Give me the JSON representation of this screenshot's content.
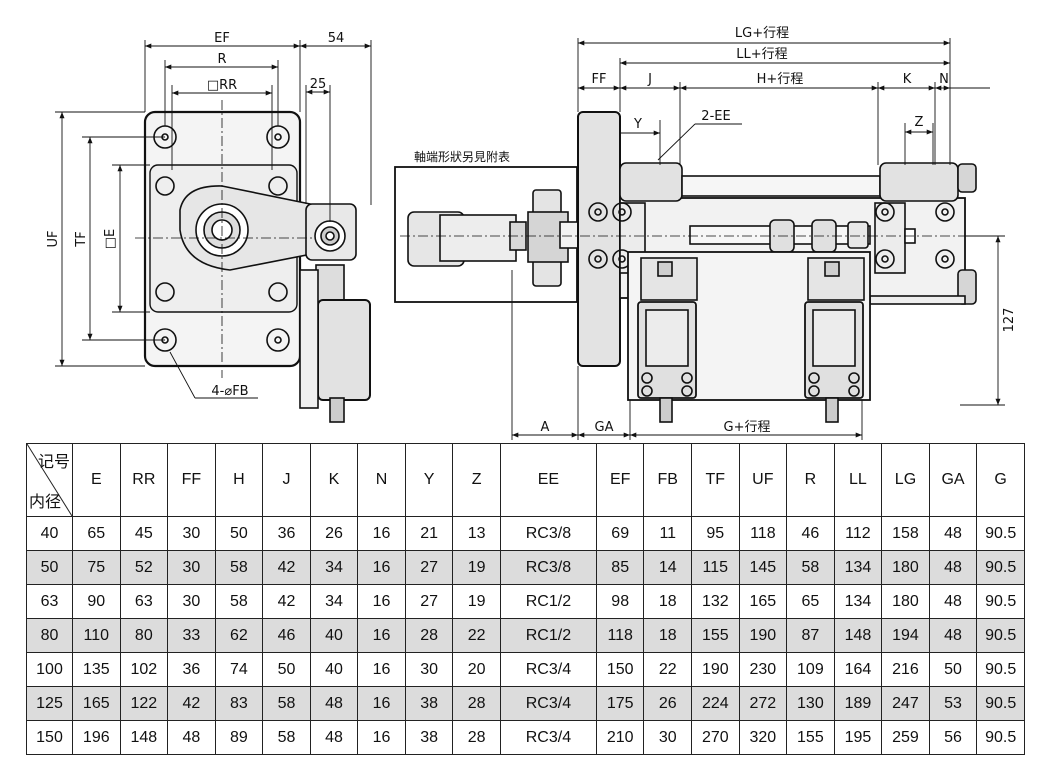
{
  "drawing": {
    "left_view": {
      "dims": {
        "ef": "EF",
        "r": "R",
        "rr": "□RR",
        "d54": "54",
        "d25": "25",
        "uf": "UF",
        "tf": "TF",
        "e": "□E",
        "fb": "4-⌀FB"
      }
    },
    "right_view": {
      "note": "軸端形狀另見附表",
      "dims": {
        "lg": "LG+行程",
        "ll": "LL+行程",
        "ff": "FF",
        "j": "J",
        "h": "H+行程",
        "k": "K",
        "n": "N",
        "y": "Y",
        "ee": "2-EE",
        "z": "Z",
        "d127": "127",
        "a": "A",
        "ga": "GA",
        "g": "G+行程"
      }
    }
  },
  "table": {
    "corner_top": "记号",
    "corner_bottom": "内径",
    "columns": [
      "E",
      "RR",
      "FF",
      "H",
      "J",
      "K",
      "N",
      "Y",
      "Z",
      "EE",
      "EF",
      "FB",
      "TF",
      "UF",
      "R",
      "LL",
      "LG",
      "GA",
      "G"
    ],
    "rows": [
      [
        "40",
        "65",
        "45",
        "30",
        "50",
        "36",
        "26",
        "16",
        "21",
        "13",
        "RC3/8",
        "69",
        "11",
        "95",
        "118",
        "46",
        "112",
        "158",
        "48",
        "90.5"
      ],
      [
        "50",
        "75",
        "52",
        "30",
        "58",
        "42",
        "34",
        "16",
        "27",
        "19",
        "RC3/8",
        "85",
        "14",
        "115",
        "145",
        "58",
        "134",
        "180",
        "48",
        "90.5"
      ],
      [
        "63",
        "90",
        "63",
        "30",
        "58",
        "42",
        "34",
        "16",
        "27",
        "19",
        "RC1/2",
        "98",
        "18",
        "132",
        "165",
        "65",
        "134",
        "180",
        "48",
        "90.5"
      ],
      [
        "80",
        "110",
        "80",
        "33",
        "62",
        "46",
        "40",
        "16",
        "28",
        "22",
        "RC1/2",
        "118",
        "18",
        "155",
        "190",
        "87",
        "148",
        "194",
        "48",
        "90.5"
      ],
      [
        "100",
        "135",
        "102",
        "36",
        "74",
        "50",
        "40",
        "16",
        "30",
        "20",
        "RC3/4",
        "150",
        "22",
        "190",
        "230",
        "109",
        "164",
        "216",
        "50",
        "90.5"
      ],
      [
        "125",
        "165",
        "122",
        "42",
        "83",
        "58",
        "48",
        "16",
        "38",
        "28",
        "RC3/4",
        "175",
        "26",
        "224",
        "272",
        "130",
        "189",
        "247",
        "53",
        "90.5"
      ],
      [
        "150",
        "196",
        "148",
        "48",
        "89",
        "58",
        "48",
        "16",
        "38",
        "28",
        "RC3/4",
        "210",
        "30",
        "270",
        "320",
        "155",
        "195",
        "259",
        "56",
        "90.5"
      ]
    ]
  }
}
